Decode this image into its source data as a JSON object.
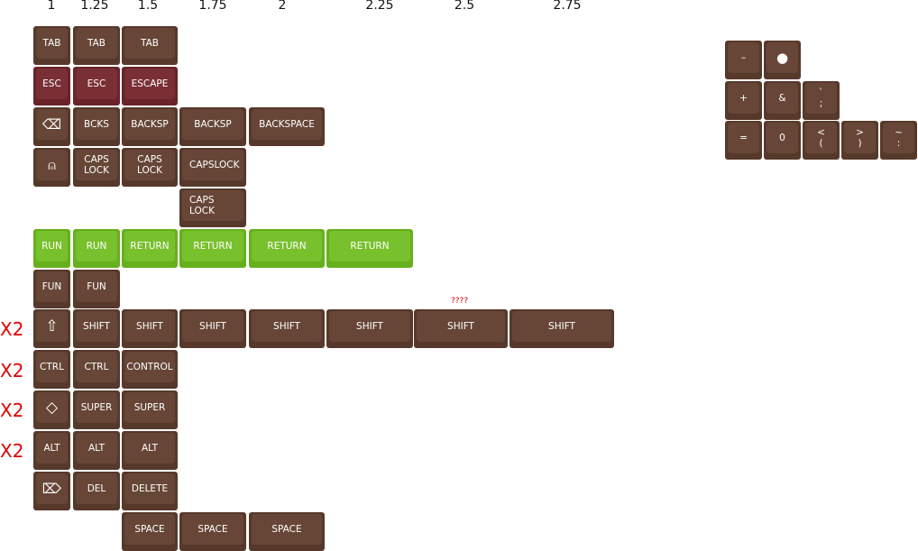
{
  "headers": [
    "1",
    "1.25",
    "1.5",
    "1.75",
    "2",
    "2.25",
    "2.5",
    "2.75"
  ],
  "multiplier_label": "X2",
  "note": "????",
  "rows": {
    "tab": [
      "TAB",
      "TAB",
      "TAB"
    ],
    "esc": [
      "ESC",
      "ESC",
      "ESCAPE"
    ],
    "backspace": [
      "⌫",
      "BCKS",
      "BACKSP",
      "BACKSP",
      "BACKSPACE"
    ],
    "caps": [
      "⍝",
      "CAPS\nLOCK",
      "CAPS\nLOCK",
      "CAPSLOCK"
    ],
    "caps_extra": "CAPS\nLOCK",
    "run": [
      "RUN",
      "RUN",
      "RETURN",
      "RETURN",
      "RETURN",
      "RETURN"
    ],
    "fun": [
      "FUN",
      "FUN"
    ],
    "shift": [
      "⇧",
      "SHIFT",
      "SHIFT",
      "SHIFT",
      "SHIFT",
      "SHIFT",
      "SHIFT",
      "SHIFT"
    ],
    "ctrl": [
      "CTRL",
      "CTRL",
      "CONTROL"
    ],
    "super": [
      "◇",
      "SUPER",
      "SUPER"
    ],
    "alt": [
      "ALT",
      "ALT",
      "ALT"
    ],
    "del": [
      "⌦",
      "DEL",
      "DELETE"
    ],
    "space": [
      "SPACE",
      "SPACE",
      "SPACE"
    ]
  },
  "numpad": {
    "minus": "–",
    "dot": "●",
    "plus": "+",
    "amp": "&",
    "tick_semicolon": "`\n;",
    "equals": "=",
    "zero": "0",
    "lt_paren": "<\n(",
    "gt_paren": ">\n)",
    "tilde_colon": "~\n:"
  },
  "colors": {
    "brown": "#674637",
    "esc_red": "#7a2f35",
    "green": "#78c02c",
    "annotation_red": "#e00000"
  }
}
